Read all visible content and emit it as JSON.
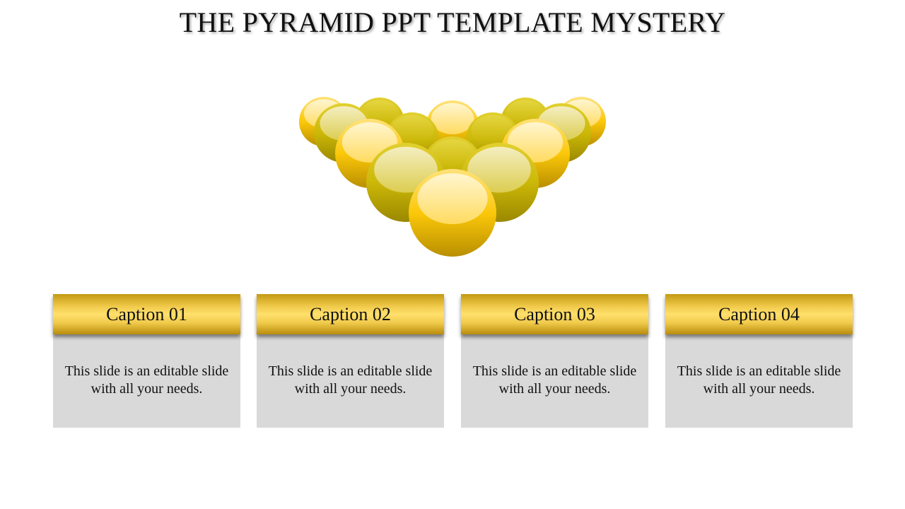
{
  "title": "THE PYRAMID PPT TEMPLATE MYSTERY",
  "colors": {
    "gold": "#f5c200",
    "olive": "#c8b400",
    "card_bg": "#d9d9d9"
  },
  "cards": [
    {
      "caption": "Caption 01",
      "text": "This slide is an editable slide with all your needs."
    },
    {
      "caption": "Caption 02",
      "text": "This slide is an editable slide with all your needs."
    },
    {
      "caption": "Caption 03",
      "text": "This slide is an editable slide with all your needs."
    },
    {
      "caption": "Caption 04",
      "text": "This slide is an editable slide with all your needs."
    }
  ]
}
